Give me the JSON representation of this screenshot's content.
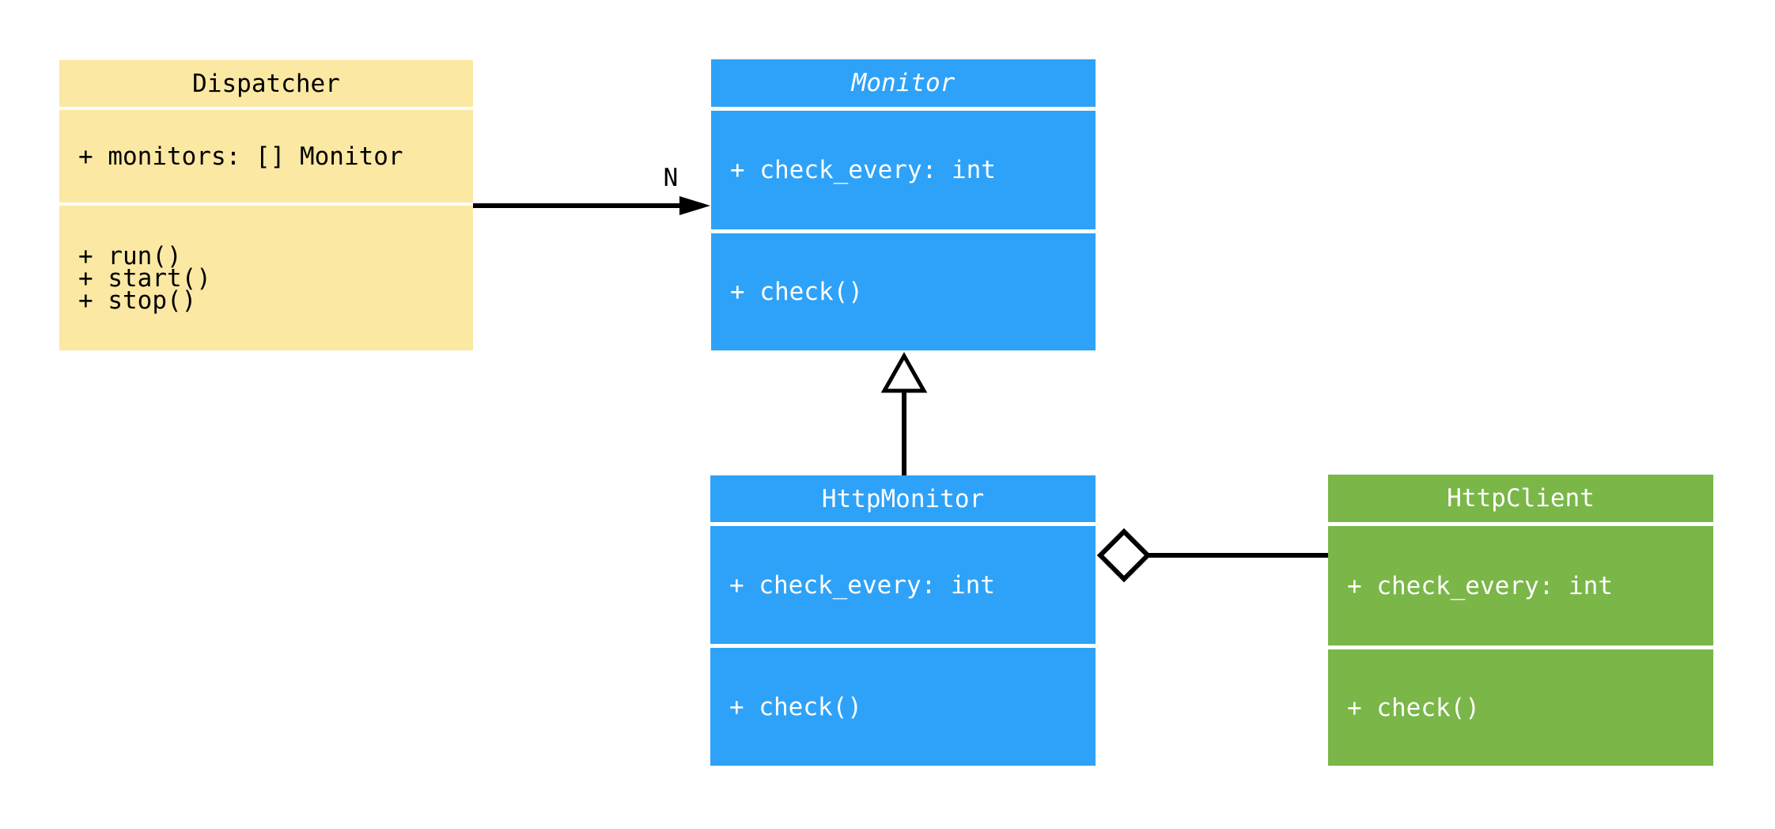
{
  "diagram": {
    "type": "uml-class-diagram",
    "background": "#ffffff",
    "connector_color": "#000000",
    "classes": [
      {
        "name": "Dispatcher",
        "fill": "#FBE8A3",
        "text_color": "#000000",
        "title_style": "normal",
        "attributes": [
          "+ monitors: [] Monitor"
        ],
        "methods": [
          "+ run()",
          "+ start()",
          "+ stop()"
        ]
      },
      {
        "name": "Monitor",
        "fill": "#2EA2F8",
        "text_color": "#ffffff",
        "title_style": "italic",
        "attributes": [
          "+ check_every: int"
        ],
        "methods": [
          "+ check()"
        ]
      },
      {
        "name": "HttpMonitor",
        "fill": "#2EA2F8",
        "text_color": "#ffffff",
        "title_style": "normal",
        "attributes": [
          "+ check_every: int"
        ],
        "methods": [
          "+ check()"
        ]
      },
      {
        "name": "HttpClient",
        "fill": "#7AB648",
        "text_color": "#ffffff",
        "title_style": "normal",
        "attributes": [
          "+ check_every: int"
        ],
        "methods": [
          "+ check()"
        ]
      }
    ],
    "relations": [
      {
        "from": "Dispatcher",
        "to": "Monitor",
        "type": "association-arrow",
        "label": "N"
      },
      {
        "from": "HttpMonitor",
        "to": "Monitor",
        "type": "generalization",
        "label": ""
      },
      {
        "from": "HttpMonitor",
        "to": "HttpClient",
        "type": "aggregation",
        "label": ""
      }
    ]
  }
}
